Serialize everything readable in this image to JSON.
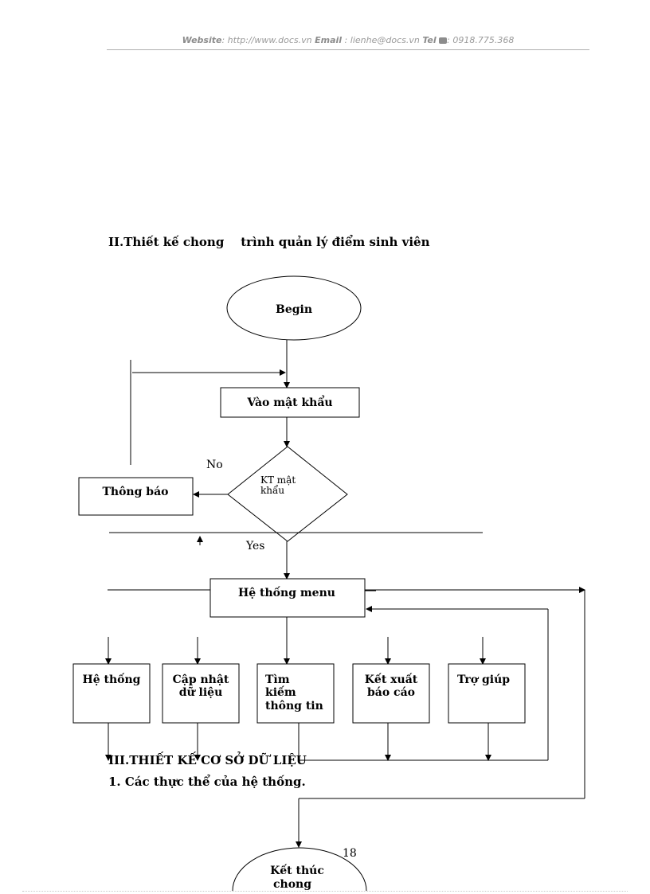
{
  "header": {
    "website_label": "Website",
    "website_value": ": http://www.docs.vn ",
    "email_label": "Email",
    "email_value": " : lienhe@docs.vn ",
    "tel_label": "Tel",
    "tel_icon": "phone-icon",
    "tel_value": ": 0918.775.368"
  },
  "section_2_title": "II.Thiết kế chong    trình quản lý điểm sinh viên",
  "section_3_title": "III.THIẾT KẾ CƠ SỞ DỮ LIỆU",
  "section_3_sub": "1. Các thực thể của hệ thống.",
  "flowchart": {
    "begin": "Begin",
    "login": "Vào mật khẩu",
    "check_line1": "KT mật",
    "check_line2": "khẩu",
    "no_label": "No",
    "yes_label": "Yes",
    "notify": "Thông báo",
    "menu": "Hệ thống menu",
    "modules": [
      {
        "line1": "Hệ thống",
        "line2": "",
        "line3": ""
      },
      {
        "line1": "Cập nhật",
        "line2": "dữ liệu",
        "line3": ""
      },
      {
        "line1": "Tìm",
        "line2": "kiếm",
        "line3": "thông tin"
      },
      {
        "line1": "Kết xuất",
        "line2": "báo cáo",
        "line3": ""
      },
      {
        "line1": "Trợ giúp",
        "line2": "",
        "line3": ""
      }
    ],
    "end_line1": "Kết thúc",
    "end_line2": "chong"
  },
  "page_number": "18"
}
